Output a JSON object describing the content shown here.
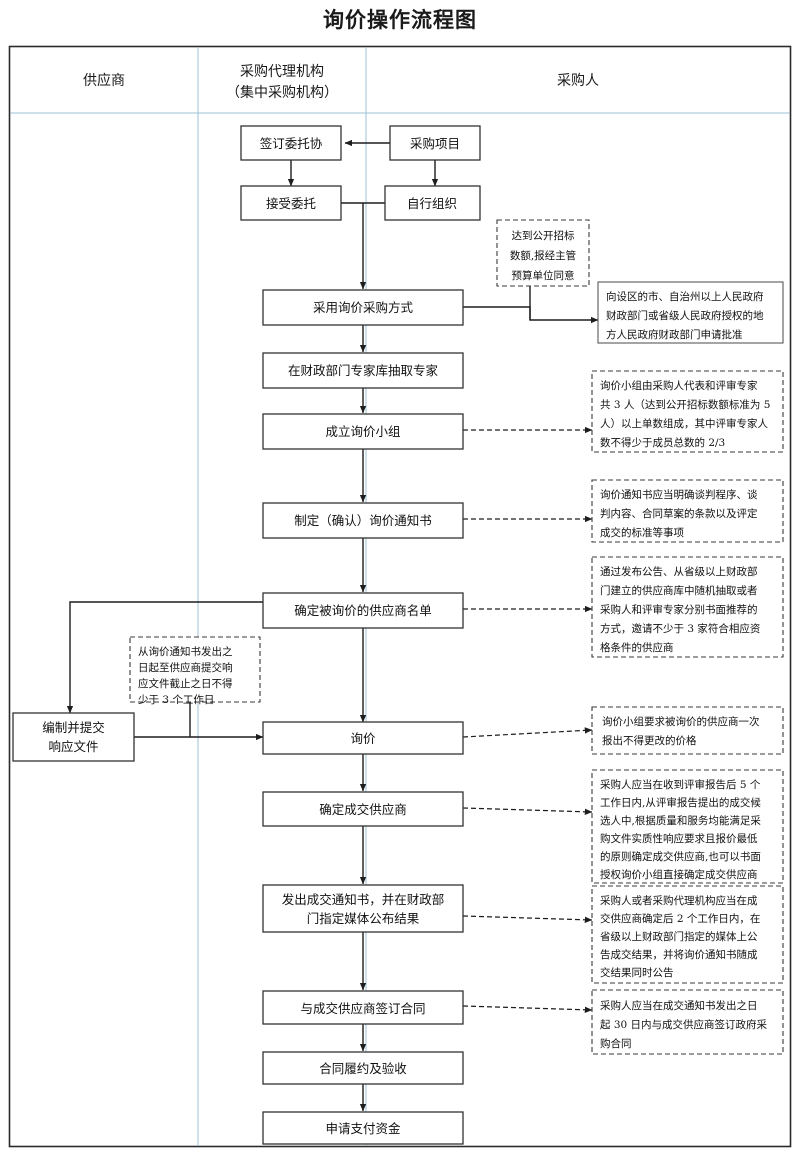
{
  "title": "询价操作流程图",
  "lanes": [
    {
      "id": "supplier",
      "label": "供应商"
    },
    {
      "id": "agency",
      "label_line1": "采购代理机构",
      "label_line2": "（集中采购机构）"
    },
    {
      "id": "purchaser",
      "label": "采购人"
    }
  ],
  "nodes": [
    {
      "id": "sign-entrust",
      "label": "签订委托协"
    },
    {
      "id": "procurement-project",
      "label": "采购项目"
    },
    {
      "id": "accept-entrust",
      "label": "接受委托"
    },
    {
      "id": "self-organize",
      "label": "自行组织"
    },
    {
      "id": "adopt-inquiry-method",
      "label": "采用询价采购方式"
    },
    {
      "id": "draw-experts",
      "label": "在财政部门专家库抽取专家"
    },
    {
      "id": "form-inquiry-group",
      "label": "成立询价小组"
    },
    {
      "id": "make-inquiry-notice",
      "label": "制定（确认）询价通知书"
    },
    {
      "id": "determine-supplier-list",
      "label": "确定被询价的供应商名单"
    },
    {
      "id": "prepare-response-doc",
      "label_line1": "编制并提交",
      "label_line2": "响应文件"
    },
    {
      "id": "inquiry",
      "label": "询价"
    },
    {
      "id": "determine-winning-supplier",
      "label": "确定成交供应商"
    },
    {
      "id": "issue-notice-publish",
      "label_line1": "发出成交通知书，并在财政部",
      "label_line2": "门指定媒体公布结果"
    },
    {
      "id": "sign-contract",
      "label": "与成交供应商签订合同"
    },
    {
      "id": "contract-performance",
      "label": "合同履约及验收"
    },
    {
      "id": "apply-payment",
      "label": "申请支付资金"
    }
  ],
  "notes": [
    {
      "id": "note-public-bid-threshold",
      "style": "dashed",
      "lines": [
        "达到公开招标",
        "数额,报经主管",
        "预算单位同意"
      ]
    },
    {
      "id": "note-apply-approval",
      "style": "solid",
      "lines": [
        "向设区的市、自治州以上人民政府",
        "财政部门或省级人民政府授权的地",
        "方人民政府财政部门申请批准"
      ]
    },
    {
      "id": "note-inquiry-group-composition",
      "style": "dashed",
      "lines": [
        "询价小组由采购人代表和评审专家",
        "共 3 人（达到公开招标数额标准为 5",
        "人）以上单数组成，其中评审专家人",
        "数不得少于成员总数的 2/3"
      ]
    },
    {
      "id": "note-inquiry-notice-content",
      "style": "dashed",
      "lines": [
        "询价通知书应当明确谈判程序、谈",
        "判内容、合同草案的条款以及评定",
        "成交的标准等事项"
      ]
    },
    {
      "id": "note-supplier-selection",
      "style": "dashed",
      "lines": [
        "通过发布公告、从省级以上财政部",
        "门建立的供应商库中随机抽取或者",
        "采购人和评审专家分别书面推荐的",
        "方式，邀请不少于 3 家符合相应资",
        "格条件的供应商"
      ]
    },
    {
      "id": "note-response-deadline",
      "style": "dashed",
      "lines": [
        "从询价通知书发出之",
        "日起至供应商提交响",
        "应文件截止之日不得",
        "少于 3 个工作日"
      ]
    },
    {
      "id": "note-one-time-quote",
      "style": "dashed",
      "lines": [
        "询价小组要求被询价的供应商一次",
        "报出不得更改的价格"
      ]
    },
    {
      "id": "note-award-decision",
      "style": "dashed",
      "lines": [
        "采购人应当在收到评审报告后 5 个",
        "工作日内,从评审报告提出的成交候",
        "选人中,根据质量和服务均能满足采",
        "购文件实质性响应要求且报价最低",
        "的原则确定成交供应商,也可以书面",
        "授权询价小组直接确定成交供应商"
      ]
    },
    {
      "id": "note-publish-result",
      "style": "dashed",
      "lines": [
        "采购人或者采购代理机构应当在成",
        "交供应商确定后 2 个工作日内，在",
        "省级以上财政部门指定的媒体上公",
        "告成交结果，并将询价通知书随成",
        "交结果同时公告"
      ]
    },
    {
      "id": "note-contract-30days",
      "style": "dashed",
      "lines": [
        "采购人应当在成交通知书发出之日",
        "起 30 日内与成交供应商签订政府采",
        "购合同"
      ]
    }
  ],
  "colors": {
    "lane_divider": "#9dc3d6",
    "frame": "#2b2b2b",
    "node_stroke": "#333333",
    "connector": "#1d1d1d",
    "background": "#ffffff"
  }
}
